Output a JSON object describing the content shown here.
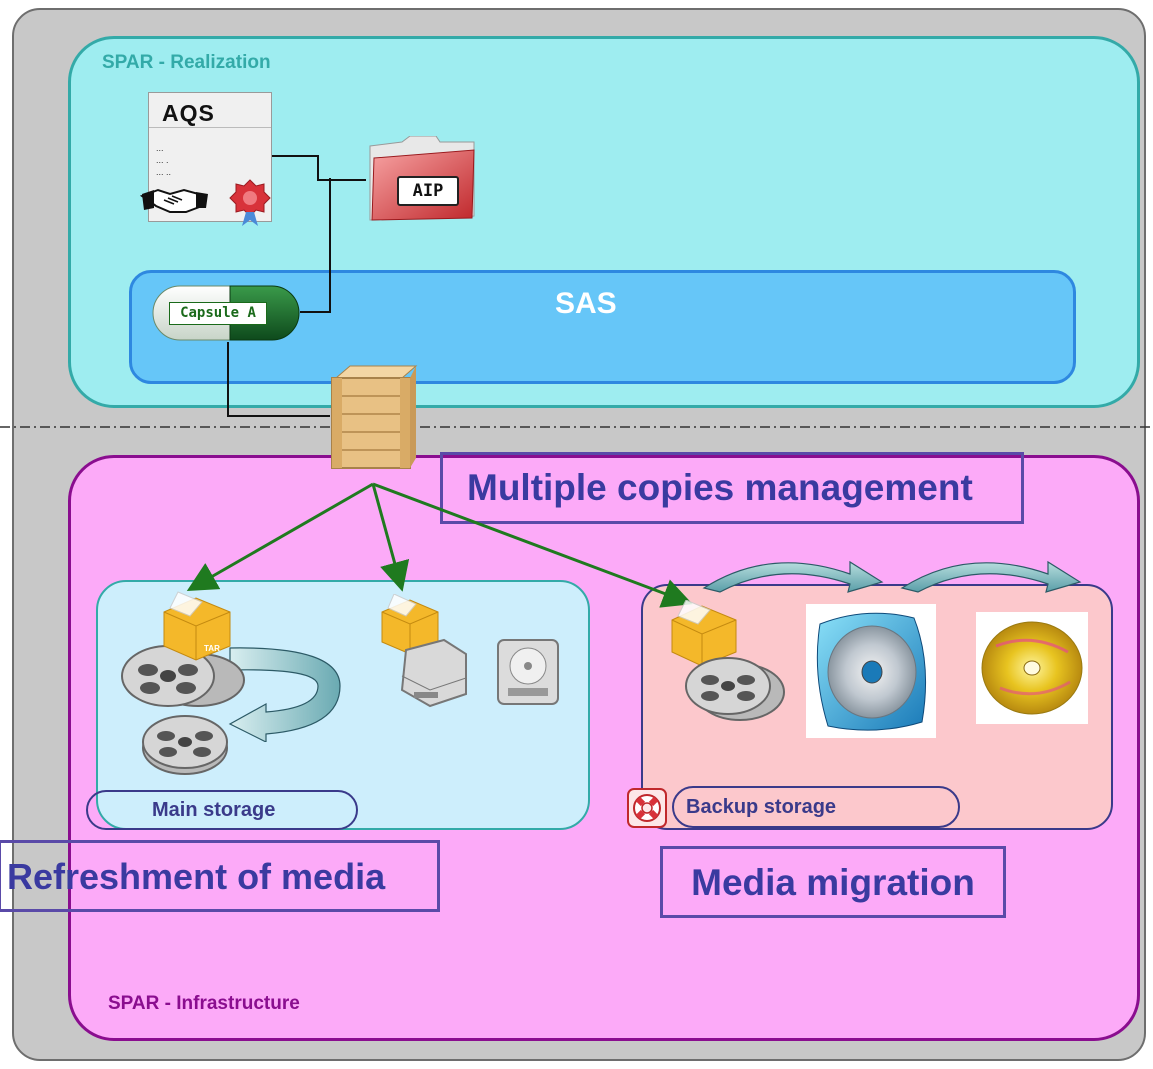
{
  "regions": {
    "realization_label": "SPAR - Realization",
    "infrastructure_label": "SPAR - Infrastructure"
  },
  "aqs": {
    "title": "AQS",
    "lines": [
      "...",
      "... .",
      "... .."
    ]
  },
  "aip": {
    "label": "AIP"
  },
  "sas": {
    "title": "SAS"
  },
  "capsule": {
    "label": "Capsule A"
  },
  "storage": {
    "main_label": "Main storage",
    "backup_label": "Backup storage",
    "tar_label": "TAR"
  },
  "callouts": {
    "multiple_copies": "Multiple copies management",
    "refreshment": "Refreshment of media",
    "migration": "Media migration"
  },
  "colors": {
    "realization_fill": "#9eedf0",
    "infrastructure_fill": "#fcaaf8",
    "sas_fill": "#66c6f8",
    "arrow_green": "#1f7a1f",
    "callout_text": "#3a3aa0"
  }
}
